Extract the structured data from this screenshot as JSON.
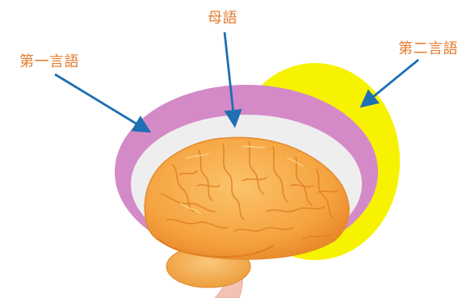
{
  "labels": {
    "mother_tongue": "母語",
    "first_language": "第一言語",
    "second_language": "第二言語"
  },
  "colors": {
    "label_text": "#e27b2c",
    "arrow": "#1e6fb3",
    "second_language_zone": "#f7f200",
    "first_language_zone": "#d58ac8",
    "mother_tongue_zone": "#eeeeee",
    "brain": "#f5a340",
    "cerebellum": "#f2b45c",
    "brainstem": "#f4c2b4"
  }
}
